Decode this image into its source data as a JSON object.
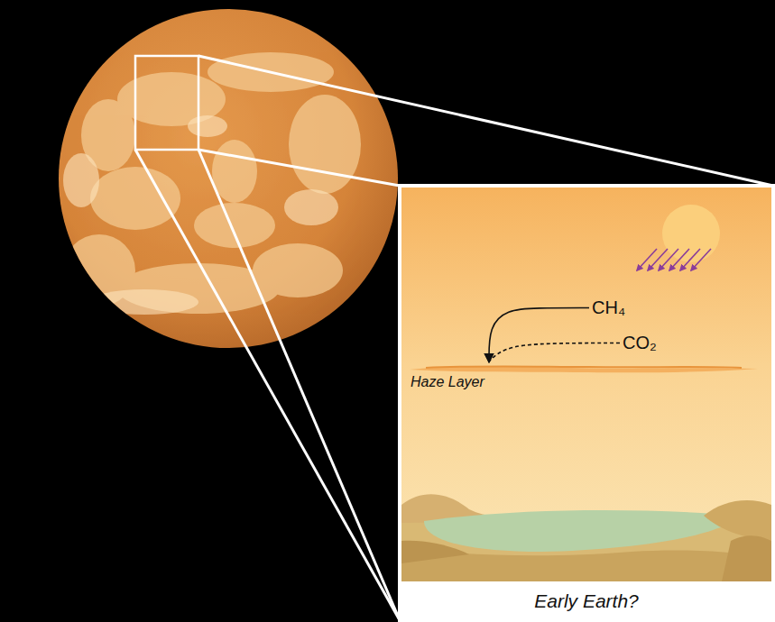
{
  "diagram": {
    "caption": "Early Earth?",
    "nodes": [
      {
        "text": [
          "CH₄"
        ]
      },
      {
        "text": [
          "CO₂"
        ]
      },
      {
        "text": [
          "Haze Layer"
        ]
      }
    ],
    "edges": [
      {
        "from": 0,
        "to": 2,
        "arrow": "to"
      },
      {
        "from": 1,
        "to": 2,
        "arrow": "to"
      }
    ]
  }
}
